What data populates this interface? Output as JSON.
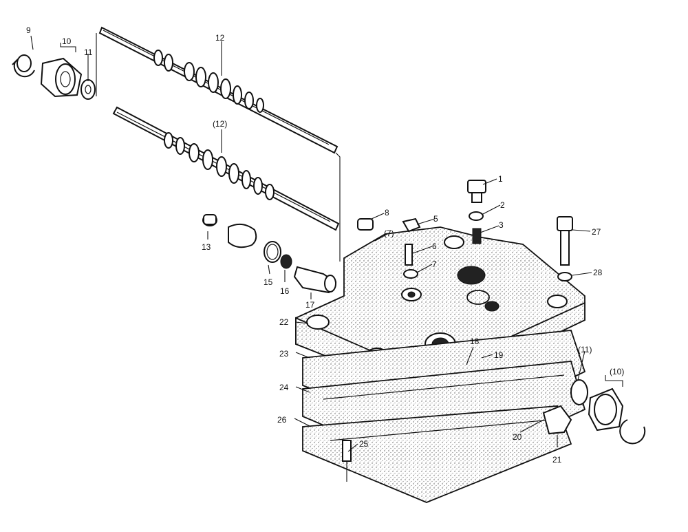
{
  "diagram": {
    "callouts": [
      "1",
      "2",
      "3",
      "5",
      "6",
      "7",
      "8",
      "(7)",
      "9",
      "10",
      "11",
      "12",
      "(12)",
      "13",
      "15",
      "16",
      "17",
      "18",
      "19",
      "20",
      "21",
      "22",
      "23",
      "24",
      "25",
      "26",
      "27",
      "28",
      "(11)",
      "(10)"
    ]
  }
}
